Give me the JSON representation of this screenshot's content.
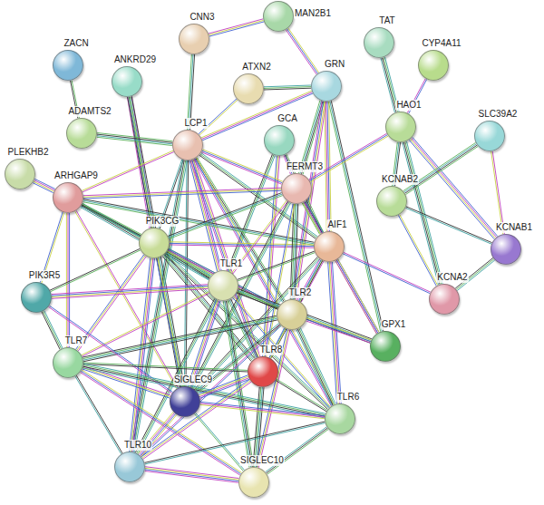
{
  "diagram": {
    "nodes": [
      {
        "text": [
          "MAN2B1"
        ]
      },
      {
        "text": [
          "CNN3"
        ]
      },
      {
        "text": [
          "TAT"
        ]
      },
      {
        "text": [
          "CYP4A11"
        ]
      },
      {
        "text": [
          "ZACN"
        ]
      },
      {
        "text": [
          "ANKRD29"
        ]
      },
      {
        "text": [
          "ATXN2"
        ]
      },
      {
        "text": [
          "GRN"
        ]
      },
      {
        "text": [
          "GCA"
        ]
      },
      {
        "text": [
          "HAO1"
        ]
      },
      {
        "text": [
          "SLC39A2"
        ]
      },
      {
        "text": [
          "ADAMTS2"
        ]
      },
      {
        "text": [
          "LCP1"
        ]
      },
      {
        "text": [
          "FERMT3"
        ]
      },
      {
        "text": [
          "PLEKHB2"
        ]
      },
      {
        "text": [
          "ARHGAP9"
        ]
      },
      {
        "text": [
          "KCNAB2"
        ]
      },
      {
        "text": [
          "KCNAB1"
        ]
      },
      {
        "text": [
          "PIK3CG"
        ]
      },
      {
        "text": [
          "AIF1"
        ]
      },
      {
        "text": [
          "TLR1"
        ]
      },
      {
        "text": [
          "PIK3R5"
        ]
      },
      {
        "text": [
          "TLR2"
        ]
      },
      {
        "text": [
          "KCNA2"
        ]
      },
      {
        "text": [
          "GPX1"
        ]
      },
      {
        "text": [
          "TLR7"
        ]
      },
      {
        "text": [
          "TLR8"
        ]
      },
      {
        "text": [
          "SIGLEC9"
        ]
      },
      {
        "text": [
          "TLR6"
        ]
      },
      {
        "text": [
          "TLR10"
        ]
      },
      {
        "text": [
          "SIGLEC10"
        ]
      }
    ],
    "edges": [
      {
        "from": 1,
        "to": 0,
        "arrow": "none"
      },
      {
        "from": 1,
        "to": 12,
        "arrow": "none"
      },
      {
        "from": 0,
        "to": 7,
        "arrow": "none"
      },
      {
        "from": 2,
        "to": 9,
        "arrow": "none"
      },
      {
        "from": 3,
        "to": 9,
        "arrow": "none"
      },
      {
        "from": 4,
        "to": 11,
        "arrow": "none"
      },
      {
        "from": 5,
        "to": 18,
        "arrow": "none"
      },
      {
        "from": 5,
        "to": 27,
        "arrow": "none"
      },
      {
        "from": 6,
        "to": 12,
        "arrow": "none"
      },
      {
        "from": 6,
        "to": 7,
        "arrow": "none"
      },
      {
        "from": 7,
        "to": 12,
        "arrow": "none"
      },
      {
        "from": 7,
        "to": 13,
        "arrow": "none"
      },
      {
        "from": 7,
        "to": 22,
        "arrow": "none"
      },
      {
        "from": 7,
        "to": 24,
        "arrow": "none"
      },
      {
        "from": 7,
        "to": 19,
        "arrow": "none"
      },
      {
        "from": 8,
        "to": 20,
        "arrow": "none"
      },
      {
        "from": 8,
        "to": 13,
        "arrow": "none"
      },
      {
        "from": 8,
        "to": 19,
        "arrow": "none"
      },
      {
        "from": 8,
        "to": 26,
        "arrow": "none"
      },
      {
        "from": 9,
        "to": 16,
        "arrow": "none"
      },
      {
        "from": 9,
        "to": 13,
        "arrow": "none"
      },
      {
        "from": 9,
        "to": 23,
        "arrow": "none"
      },
      {
        "from": 9,
        "to": 17,
        "arrow": "none"
      },
      {
        "from": 10,
        "to": 16,
        "arrow": "none"
      },
      {
        "from": 10,
        "to": 17,
        "arrow": "none"
      },
      {
        "from": 16,
        "to": 17,
        "arrow": "none"
      },
      {
        "from": 16,
        "to": 23,
        "arrow": "none"
      },
      {
        "from": 17,
        "to": 23,
        "arrow": "none"
      },
      {
        "from": 23,
        "to": 19,
        "arrow": "none"
      },
      {
        "from": 11,
        "to": 12,
        "arrow": "none"
      },
      {
        "from": 12,
        "to": 15,
        "arrow": "none"
      },
      {
        "from": 12,
        "to": 18,
        "arrow": "none"
      },
      {
        "from": 12,
        "to": 13,
        "arrow": "none"
      },
      {
        "from": 12,
        "to": 19,
        "arrow": "none"
      },
      {
        "from": 12,
        "to": 20,
        "arrow": "none"
      },
      {
        "from": 12,
        "to": 22,
        "arrow": "none"
      },
      {
        "from": 12,
        "to": 26,
        "arrow": "none"
      },
      {
        "from": 12,
        "to": 27,
        "arrow": "none"
      },
      {
        "from": 12,
        "to": 28,
        "arrow": "none"
      },
      {
        "from": 12,
        "to": 29,
        "arrow": "none"
      },
      {
        "from": 14,
        "to": 15,
        "arrow": "none"
      },
      {
        "from": 15,
        "to": 18,
        "arrow": "none"
      },
      {
        "from": 15,
        "to": 13,
        "arrow": "none"
      },
      {
        "from": 15,
        "to": 19,
        "arrow": "none"
      },
      {
        "from": 15,
        "to": 21,
        "arrow": "none"
      },
      {
        "from": 15,
        "to": 20,
        "arrow": "none"
      },
      {
        "from": 15,
        "to": 25,
        "arrow": "none"
      },
      {
        "from": 15,
        "to": 22,
        "arrow": "none"
      },
      {
        "from": 15,
        "to": 27,
        "arrow": "none"
      },
      {
        "from": 18,
        "to": 13,
        "arrow": "none"
      },
      {
        "from": 18,
        "to": 19,
        "arrow": "none"
      },
      {
        "from": 18,
        "to": 20,
        "arrow": "none"
      },
      {
        "from": 18,
        "to": 22,
        "arrow": "none"
      },
      {
        "from": 18,
        "to": 21,
        "arrow": "none"
      },
      {
        "from": 18,
        "to": 25,
        "arrow": "none"
      },
      {
        "from": 18,
        "to": 26,
        "arrow": "none"
      },
      {
        "from": 18,
        "to": 27,
        "arrow": "none"
      },
      {
        "from": 18,
        "to": 28,
        "arrow": "none"
      },
      {
        "from": 18,
        "to": 29,
        "arrow": "none"
      },
      {
        "from": 13,
        "to": 19,
        "arrow": "none"
      },
      {
        "from": 13,
        "to": 20,
        "arrow": "none"
      },
      {
        "from": 13,
        "to": 22,
        "arrow": "none"
      },
      {
        "from": 13,
        "to": 26,
        "arrow": "none"
      },
      {
        "from": 13,
        "to": 27,
        "arrow": "none"
      },
      {
        "from": 13,
        "to": 24,
        "arrow": "none"
      },
      {
        "from": 19,
        "to": 20,
        "arrow": "none"
      },
      {
        "from": 19,
        "to": 22,
        "arrow": "none"
      },
      {
        "from": 19,
        "to": 26,
        "arrow": "none"
      },
      {
        "from": 19,
        "to": 24,
        "arrow": "none"
      },
      {
        "from": 19,
        "to": 27,
        "arrow": "none"
      },
      {
        "from": 19,
        "to": 28,
        "arrow": "none"
      },
      {
        "from": 20,
        "to": 22,
        "arrow": "none"
      },
      {
        "from": 20,
        "to": 25,
        "arrow": "none"
      },
      {
        "from": 20,
        "to": 26,
        "arrow": "none"
      },
      {
        "from": 20,
        "to": 28,
        "arrow": "none"
      },
      {
        "from": 20,
        "to": 29,
        "arrow": "none"
      },
      {
        "from": 20,
        "to": 27,
        "arrow": "none"
      },
      {
        "from": 20,
        "to": 30,
        "arrow": "none"
      },
      {
        "from": 20,
        "to": 21,
        "arrow": "none"
      },
      {
        "from": 20,
        "to": 24,
        "arrow": "none"
      },
      {
        "from": 22,
        "to": 26,
        "arrow": "none"
      },
      {
        "from": 22,
        "to": 28,
        "arrow": "none"
      },
      {
        "from": 22,
        "to": 29,
        "arrow": "none"
      },
      {
        "from": 22,
        "to": 27,
        "arrow": "none"
      },
      {
        "from": 22,
        "to": 30,
        "arrow": "none"
      },
      {
        "from": 22,
        "to": 25,
        "arrow": "none"
      },
      {
        "from": 22,
        "to": 24,
        "arrow": "none"
      },
      {
        "from": 21,
        "to": 25,
        "arrow": "none"
      },
      {
        "from": 21,
        "to": 27,
        "arrow": "none"
      },
      {
        "from": 25,
        "to": 26,
        "arrow": "none"
      },
      {
        "from": 25,
        "to": 27,
        "arrow": "none"
      },
      {
        "from": 25,
        "to": 29,
        "arrow": "none"
      },
      {
        "from": 25,
        "to": 30,
        "arrow": "none"
      },
      {
        "from": 25,
        "to": 28,
        "arrow": "none"
      },
      {
        "from": 26,
        "to": 27,
        "arrow": "none"
      },
      {
        "from": 26,
        "to": 28,
        "arrow": "none"
      },
      {
        "from": 26,
        "to": 29,
        "arrow": "none"
      },
      {
        "from": 26,
        "to": 30,
        "arrow": "none"
      },
      {
        "from": 27,
        "to": 29,
        "arrow": "none"
      },
      {
        "from": 27,
        "to": 30,
        "arrow": "none"
      },
      {
        "from": 27,
        "to": 28,
        "arrow": "none"
      },
      {
        "from": 28,
        "to": 30,
        "arrow": "none"
      },
      {
        "from": 29,
        "to": 30,
        "arrow": "none"
      },
      {
        "from": 29,
        "to": 28,
        "arrow": "none"
      }
    ]
  }
}
